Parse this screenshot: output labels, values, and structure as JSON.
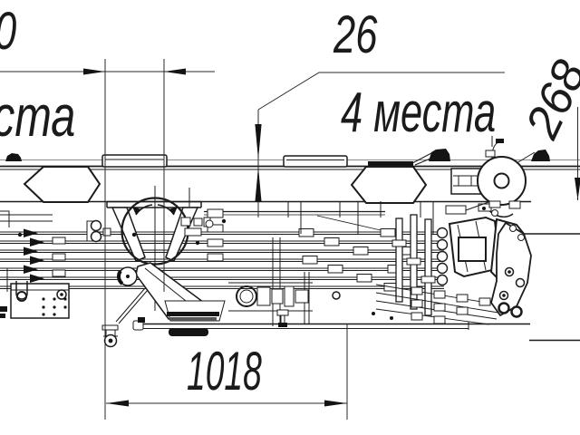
{
  "drawing": {
    "description": "engineering side-view drawing of a seeder toolbar section with sowing units",
    "background_color": "#ffffff",
    "line_color": "#1c1c1c",
    "dimensions": {
      "top_left_value": "0",
      "top_left_note": "ста",
      "gap_value": "26",
      "gap_note": "4 места",
      "right_value": "268",
      "bottom_value": "1018"
    }
  }
}
